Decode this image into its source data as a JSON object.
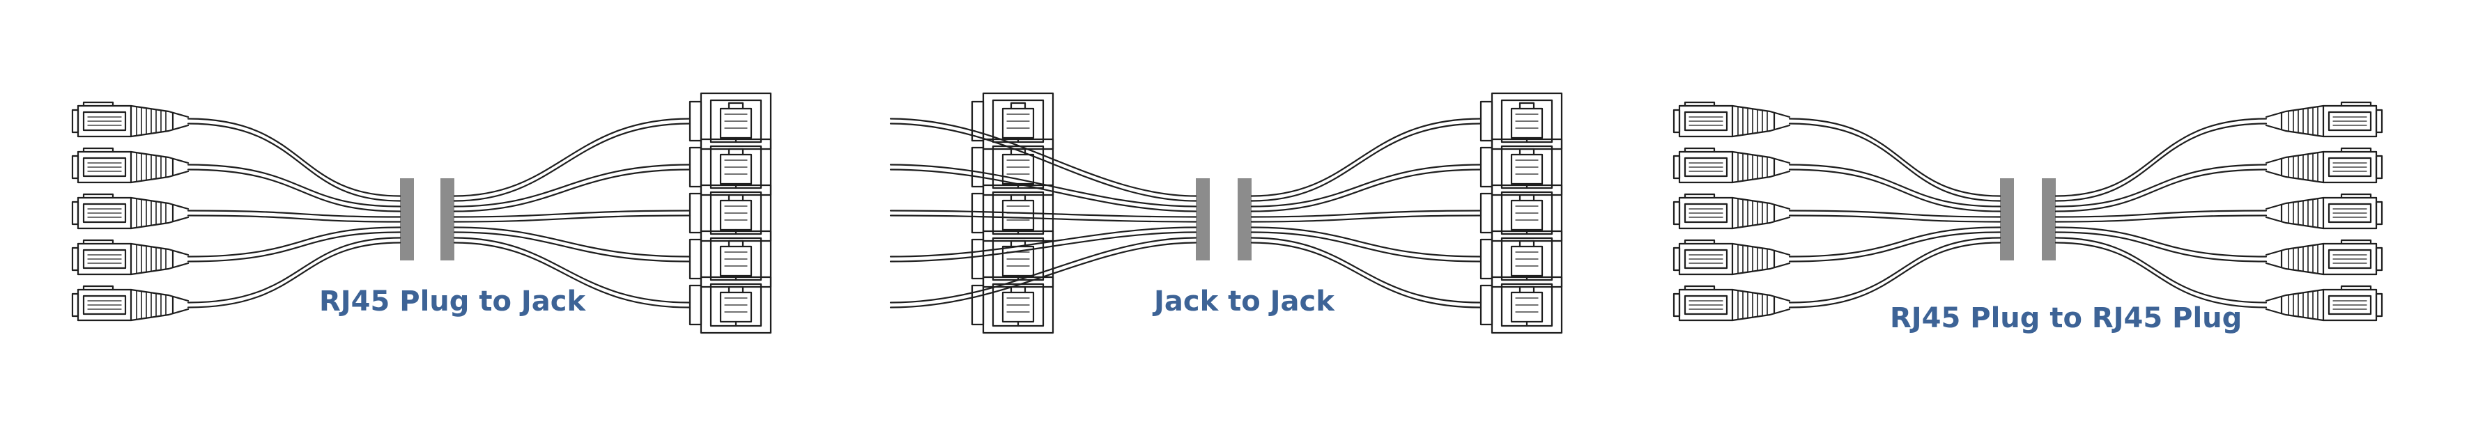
{
  "colors": {
    "line": "#1e1e1e",
    "ferrule": "#8c8c8c",
    "label": "#3d6396",
    "background": "#ffffff"
  },
  "assemblies": [
    {
      "left_end": "plug",
      "right_end": "jack",
      "label": "RJ45 Plug to Jack"
    },
    {
      "left_end": "jack",
      "right_end": "jack",
      "label": "Jack to Jack"
    },
    {
      "left_end": "plug",
      "right_end": "plug",
      "label": "RJ45 Plug to RJ45 Plug"
    }
  ]
}
